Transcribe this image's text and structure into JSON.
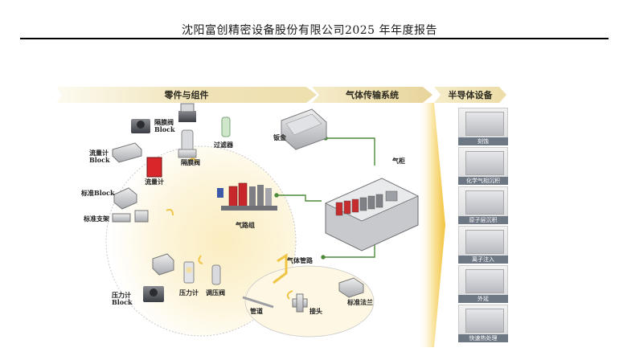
{
  "header": {
    "title": "沈阳富创精密设备股份有限公司2025 年年度报告"
  },
  "banners": {
    "parts": "零件与组件",
    "gas": "气体传输系统",
    "semi": "半导体设备"
  },
  "parts": {
    "diaphragm_block": "隔膜阀\nBlock",
    "filter": "过滤器",
    "diaphragm_valve": "隔膜阀",
    "flowmeter_block": "流量计\nBlock",
    "flowmeter": "流量计",
    "standard_block": "标准Block",
    "standard_bracket": "标准支架",
    "gas_line_group": "气路组",
    "pressure_block": "压力计\nBlock",
    "pressure_gauge": "压力计",
    "regulator": "调压阀"
  },
  "gas_system": {
    "sheet_metal": "钣金",
    "gas_cabinet": "气柜",
    "gas_pipeline": "气体管路",
    "pipe": "管道",
    "fitting": "接头",
    "standard_flange": "标准法兰"
  },
  "equipment": [
    "刻蚀",
    "化学气相沉积",
    "原子层沉积",
    "离子注入",
    "外延",
    "快速热处理"
  ],
  "colors": {
    "accent": "#e6c65a",
    "arrow": "#f0c444",
    "red_part": "#d9262b",
    "caption": "#6e7784"
  }
}
